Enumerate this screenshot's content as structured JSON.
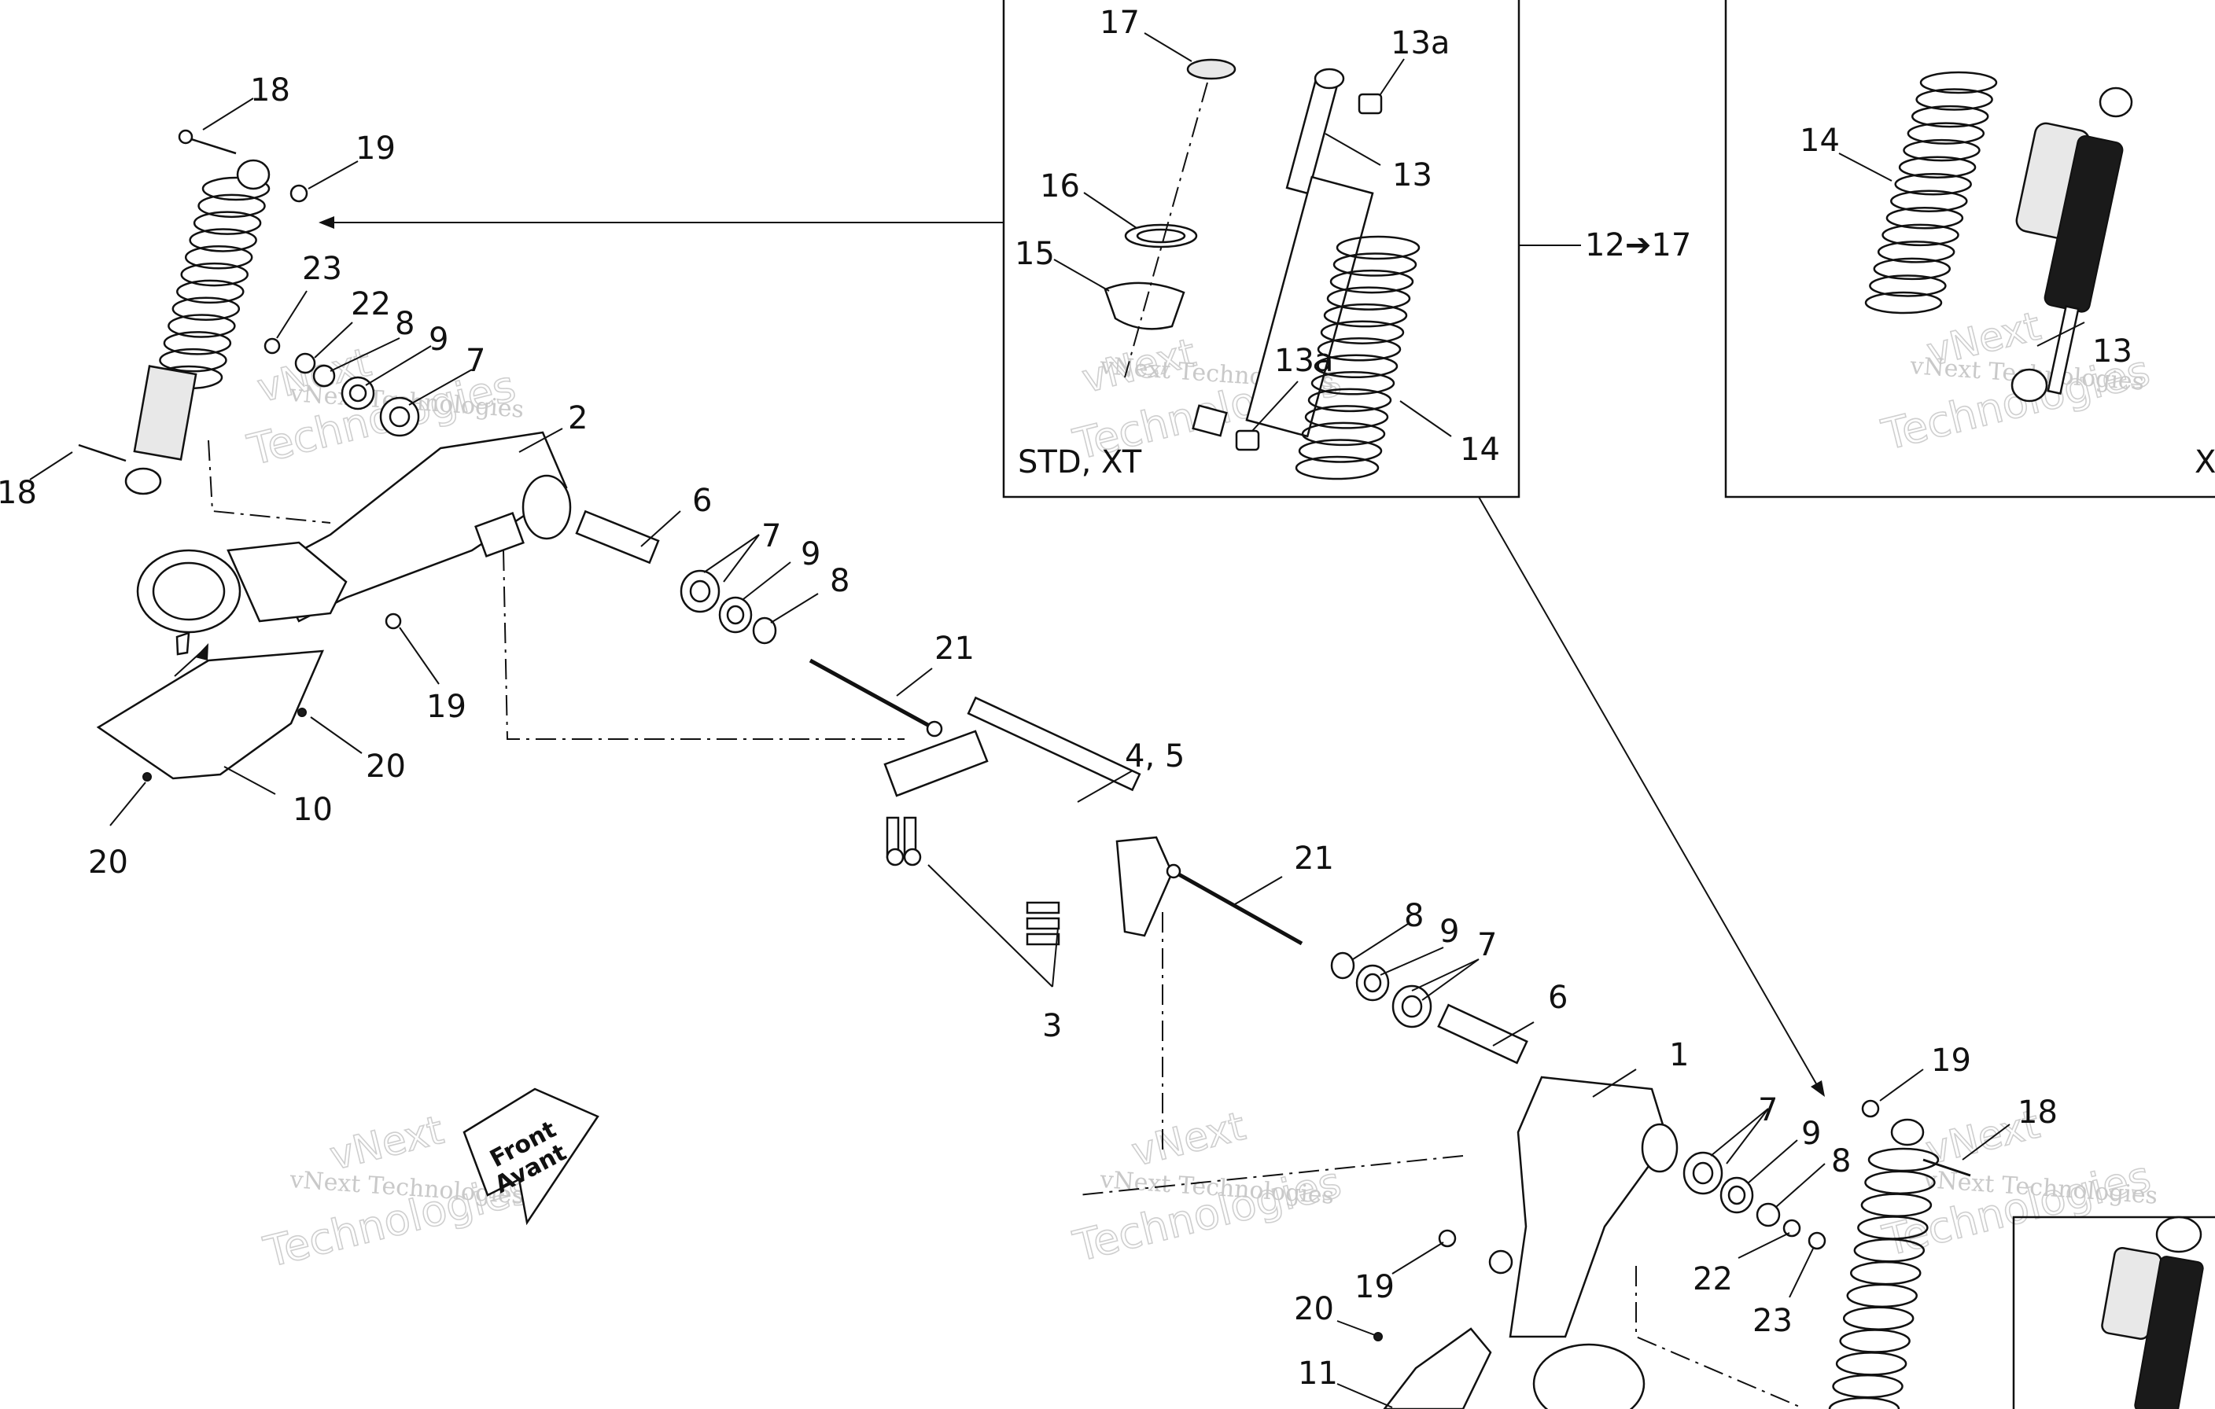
{
  "labels": {
    "l18a": "18",
    "l19a": "19",
    "l23a": "23",
    "l22a": "22",
    "l8a": "8",
    "l9a": "9",
    "l7a": "7",
    "l18b": "18",
    "l2": "2",
    "l6a": "6",
    "l7b": "7",
    "l9b": "9",
    "l8b": "8",
    "l19b": "19",
    "l20a": "20",
    "l10": "10",
    "l20b": "20",
    "l21a": "21",
    "l45": "4, 5",
    "l21b": "21",
    "l3": "3",
    "l8c": "8",
    "l9c": "9",
    "l7c": "7",
    "l6b": "6",
    "l1": "1",
    "l19c": "19",
    "l18c": "18",
    "l7d": "7",
    "l9d": "9",
    "l8d": "8",
    "l22b": "22",
    "l23b": "23",
    "l19d": "19",
    "l20c": "20",
    "l11": "11",
    "l17": "17",
    "l13a1": "13a",
    "l13b": "13",
    "l16": "16",
    "l15": "15",
    "l13a2": "13a",
    "l14a": "14",
    "l1217": "12➔17",
    "l14b": "14",
    "l13c": "13"
  },
  "boxes": {
    "std_xt": "STD, XT",
    "x_partial": "X"
  },
  "front_arrow": {
    "line1": "Front",
    "line2": "Avant"
  },
  "watermarks": {
    "line1": "vNext Technologies",
    "big1": "vNext",
    "big2": "Technologies"
  }
}
